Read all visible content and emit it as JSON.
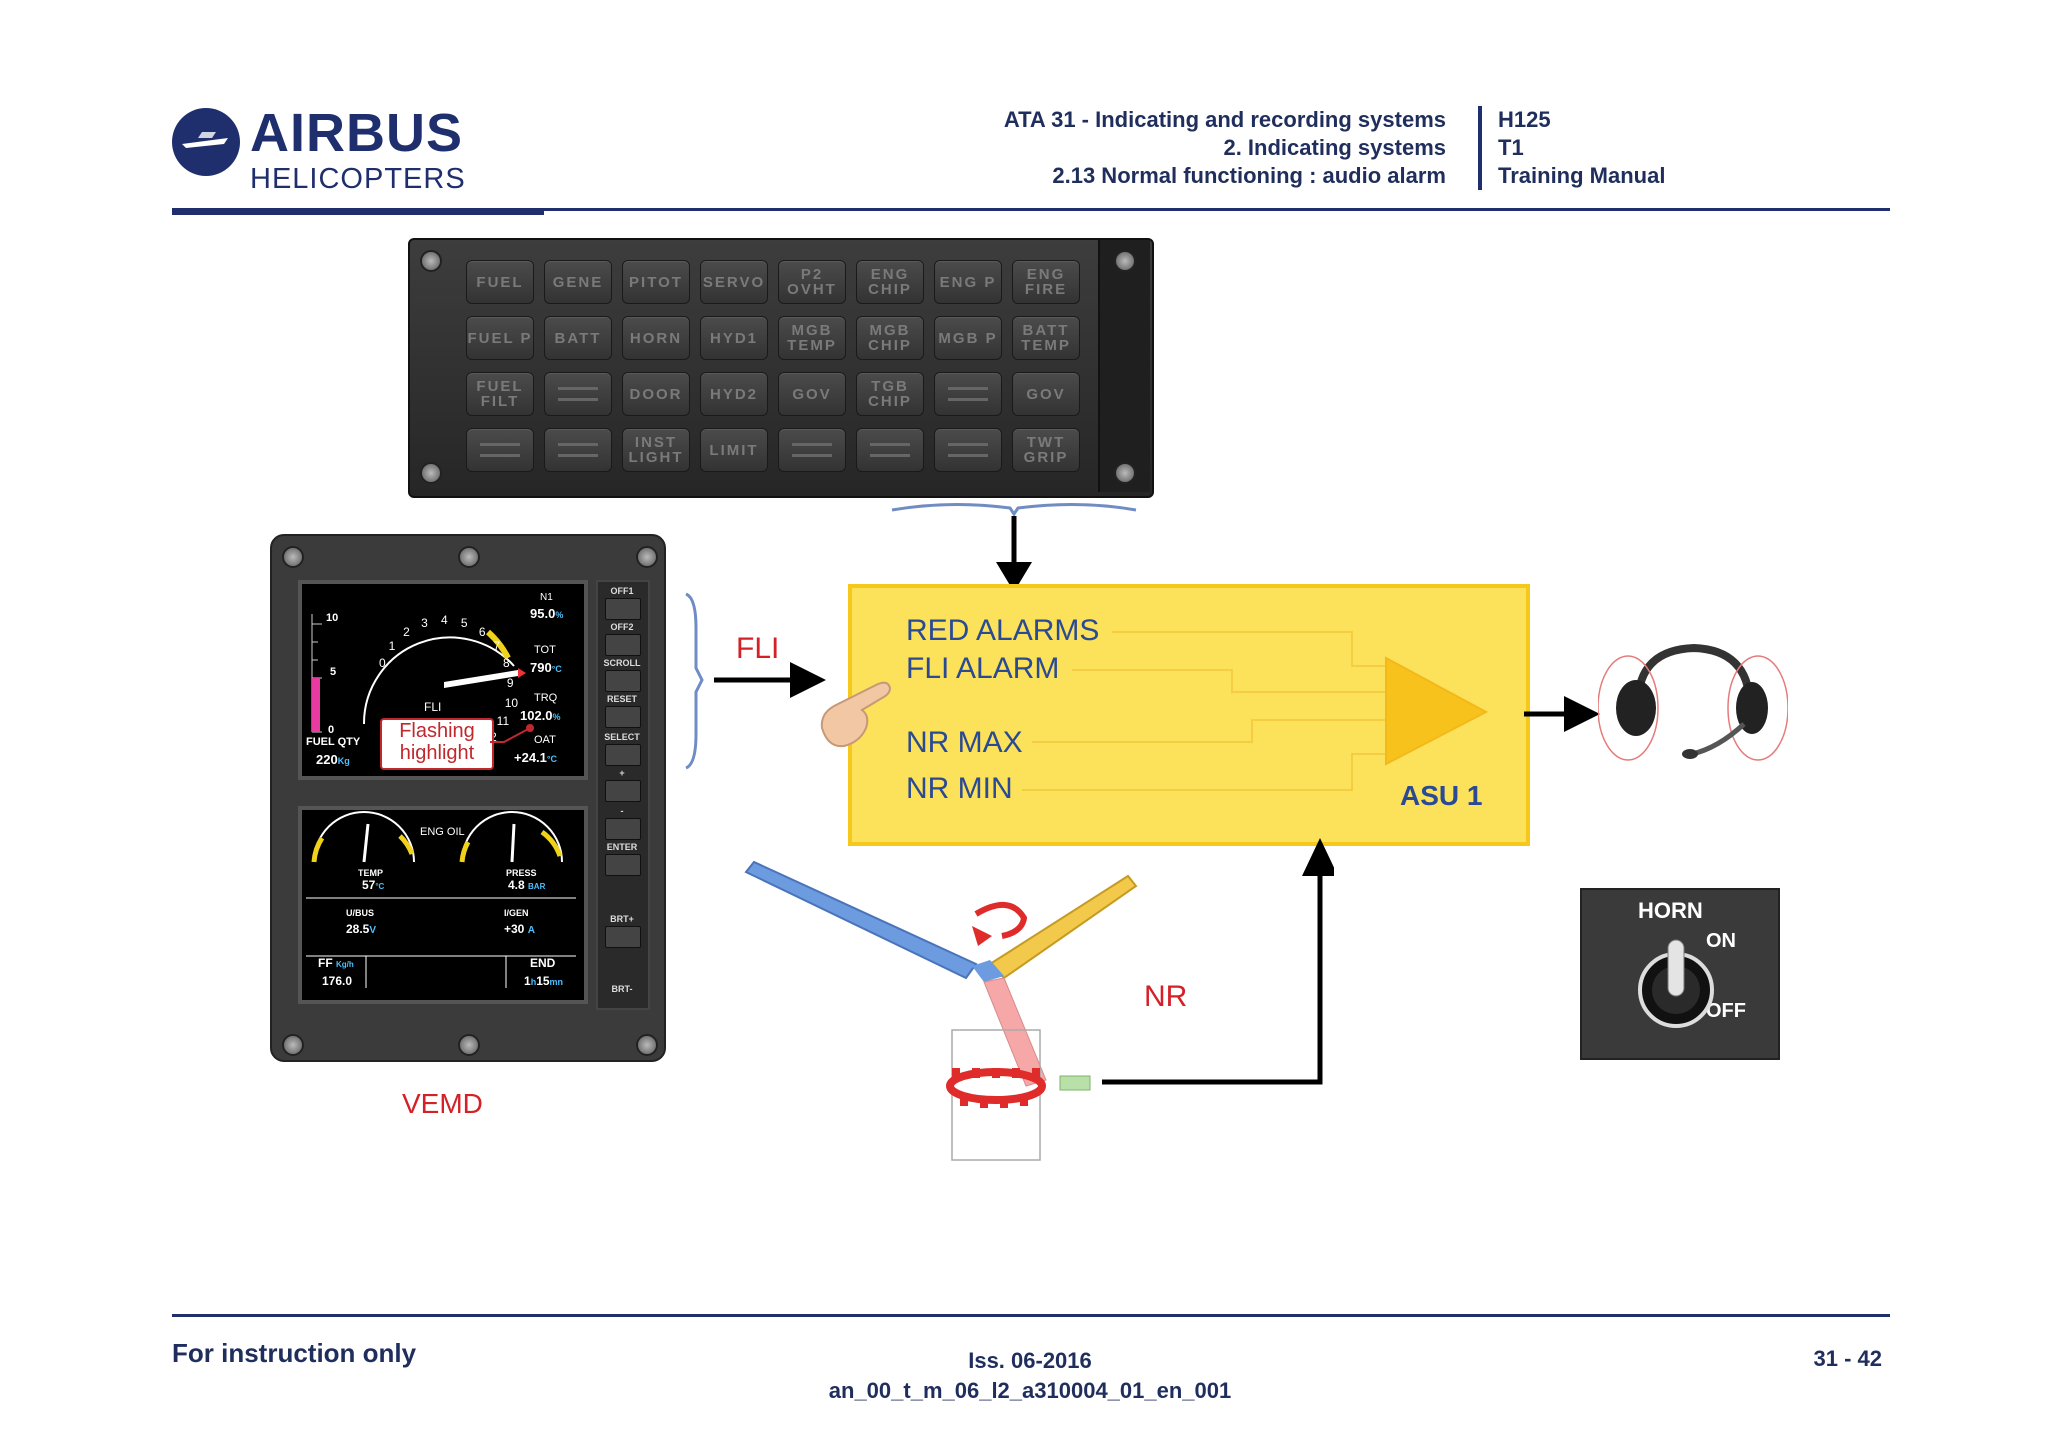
{
  "header": {
    "logo_line1": "AIRBUS",
    "logo_line2": "HELICOPTERS",
    "ata": "ATA 31 - Indicating and recording systems",
    "section": "2. Indicating systems",
    "subsection": "2.13 Normal functioning  : audio alarm",
    "aircraft": "H125",
    "level": "T1",
    "manual": "Training Manual"
  },
  "warning_panel": {
    "rows": [
      [
        "FUEL",
        "GENE",
        "PITOT",
        "SERVO",
        "P2 OVHT",
        "ENG CHIP",
        "ENG P",
        "ENG FIRE"
      ],
      [
        "FUEL P",
        "BATT",
        "HORN",
        "HYD1",
        "MGB TEMP",
        "MGB CHIP",
        "MGB P",
        "BATT TEMP"
      ],
      [
        "FUEL FILT",
        "",
        "DOOR",
        "HYD2",
        "GOV",
        "TGB CHIP",
        "",
        "GOV"
      ],
      [
        "",
        "",
        "INST LIGHT",
        "LIMIT",
        "",
        "",
        "",
        "TWT GRIP"
      ]
    ]
  },
  "vemd": {
    "label": "VEMD",
    "n1_label": "N1",
    "n1_value": "95.0",
    "n1_unit": "%",
    "tot_label": "TOT",
    "tot_value": "790",
    "tot_unit": "°C",
    "trq_label": "TRQ",
    "trq_value": "102.0",
    "trq_unit": "%",
    "oat_label": "OAT",
    "oat_value": "+24.1",
    "oat_unit": "°C",
    "fli_label": "FLI",
    "fuel_qty_label": "FUEL QTY",
    "fuel_qty_value": "220",
    "fuel_qty_unit": "Kg",
    "fuel_scale_top": "10",
    "fuel_scale_mid": "5",
    "fuel_scale_bot": "0",
    "dial_numbers": [
      "0",
      "1",
      "2",
      "3",
      "4",
      "5",
      "6",
      "7",
      "8",
      "9",
      "10",
      "11",
      "12"
    ],
    "flashing_line1": "Flashing",
    "flashing_line2": "highlight",
    "eng_oil_label": "ENG OIL",
    "temp_label": "TEMP",
    "temp_value": "57",
    "temp_unit": "°C",
    "press_label": "PRESS",
    "press_value": "4.8",
    "press_unit": "BAR",
    "ubus_label": "U/BUS",
    "ubus_value": "28.5",
    "ubus_unit": "V",
    "igen_label": "I/GEN",
    "igen_value": "+30",
    "igen_unit": "A",
    "ff_label": "FF",
    "ff_unit": "Kg/h",
    "ff_value": "176.0",
    "end_label": "END",
    "end_h": "1",
    "end_h_unit": "h",
    "end_min": "15",
    "end_min_unit": "mn",
    "buttons": [
      "OFF1",
      "OFF2",
      "SCROLL",
      "RESET",
      "SELECT",
      "+",
      "-",
      "ENTER",
      "BRT+",
      "BRT-"
    ]
  },
  "asu": {
    "inputs": [
      "RED ALARMS",
      "FLI ALARM",
      "NR MAX",
      "NR MIN"
    ],
    "title": "ASU 1",
    "fli_arrow_label": "FLI",
    "nr_label": "NR"
  },
  "horn_switch": {
    "title": "HORN",
    "on": "ON",
    "off": "OFF"
  },
  "footer": {
    "left": "For instruction only",
    "issue": "Iss. 06-2016",
    "code": "an_00_t_m_06_l2_a310004_01_en_001",
    "page": "31 - 42"
  },
  "colors": {
    "brand_blue": "#1f2f6e",
    "label_red": "#d42027",
    "asu_yellow": "#fce15a",
    "asu_text": "#2a4a93"
  }
}
